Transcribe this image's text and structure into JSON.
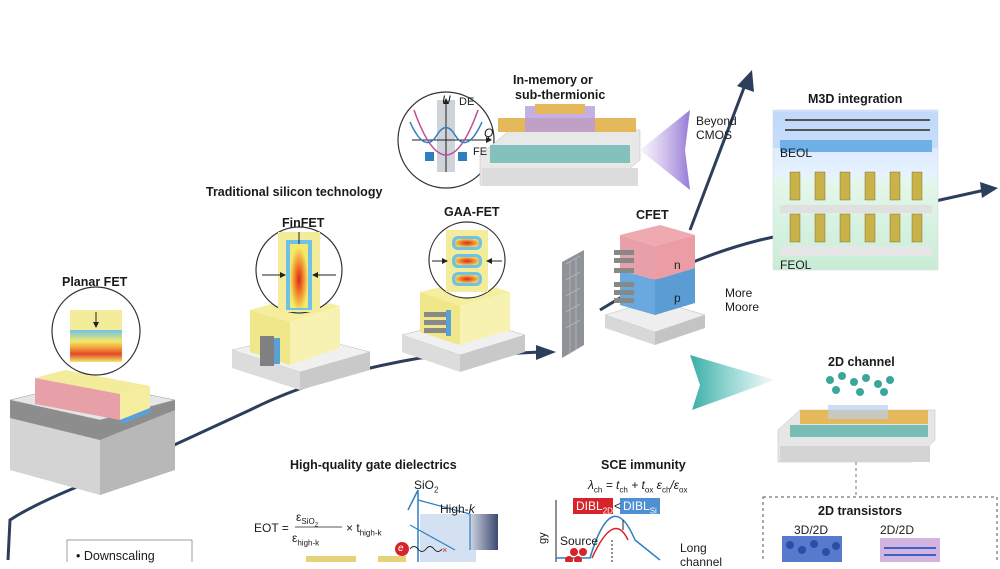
{
  "sections": {
    "traditional": "Traditional silicon technology",
    "planar": "Planar FET",
    "finfet": "FinFET",
    "gaafet": "GAA-FET",
    "cfet": "CFET",
    "cfet_n": "n",
    "cfet_p": "p",
    "inmemory_line1": "In-memory or",
    "inmemory_line2": "sub-thermionic",
    "beyond_line1": "Beyond",
    "beyond_line2": "CMOS",
    "more_line1": "More",
    "more_line2": "Moore",
    "m3d": "M3D integration",
    "beol": "BEOL",
    "feol": "FEOL",
    "channel2d": "2D channel",
    "transistors2d": "2D transistors",
    "t3d2d": "3D/2D",
    "t2d2d": "2D/2D",
    "dielectrics": "High-quality gate dielectrics",
    "sce": "SCE immunity",
    "downscaling": "• Downscaling"
  },
  "inset_fe": {
    "u": "U",
    "de": "DE",
    "q": "Q",
    "fe": "FE"
  },
  "dielectric_panel": {
    "eot": "EOT =",
    "eps_sio2": "ε",
    "eps_sio2_sub": "SiO",
    "eps_sio2_sub2": "2",
    "eps_highk": "ε",
    "eps_highk_sub": "high-k",
    "times": "× t",
    "t_sub": "high-k",
    "sio2": "SiO",
    "sio2_sub": "2",
    "highk": "High-",
    "highk_k": "k",
    "electron": "e"
  },
  "sce_panel": {
    "lambda": "λ",
    "lambda_sub": "ch",
    "eq_rest": "= t",
    "tch_sub": "ch",
    "plus": "+ t",
    "tox_sub": "ox",
    "eps_ch": "ε",
    "eps_ch_sub": "ch",
    "slash": "/ε",
    "eps_ox_sub": "ox",
    "dibl2d": "DIBL",
    "dibl2d_sub": "2D",
    "lt": "<",
    "diblsi": "DIBL",
    "diblsi_sub": "Si",
    "source": "Source",
    "long1": "Long",
    "long2": "channel",
    "energy": "gy"
  },
  "colors": {
    "arrow": "#2c3e5c",
    "gate_pink": "#e8a0a8",
    "gate_yellow": "#f3ec9a",
    "substrate": "#d9d9d9",
    "blue_layer": "#5aa0d8",
    "gold": "#e6b85c",
    "teal": "#3aa79b"
  }
}
